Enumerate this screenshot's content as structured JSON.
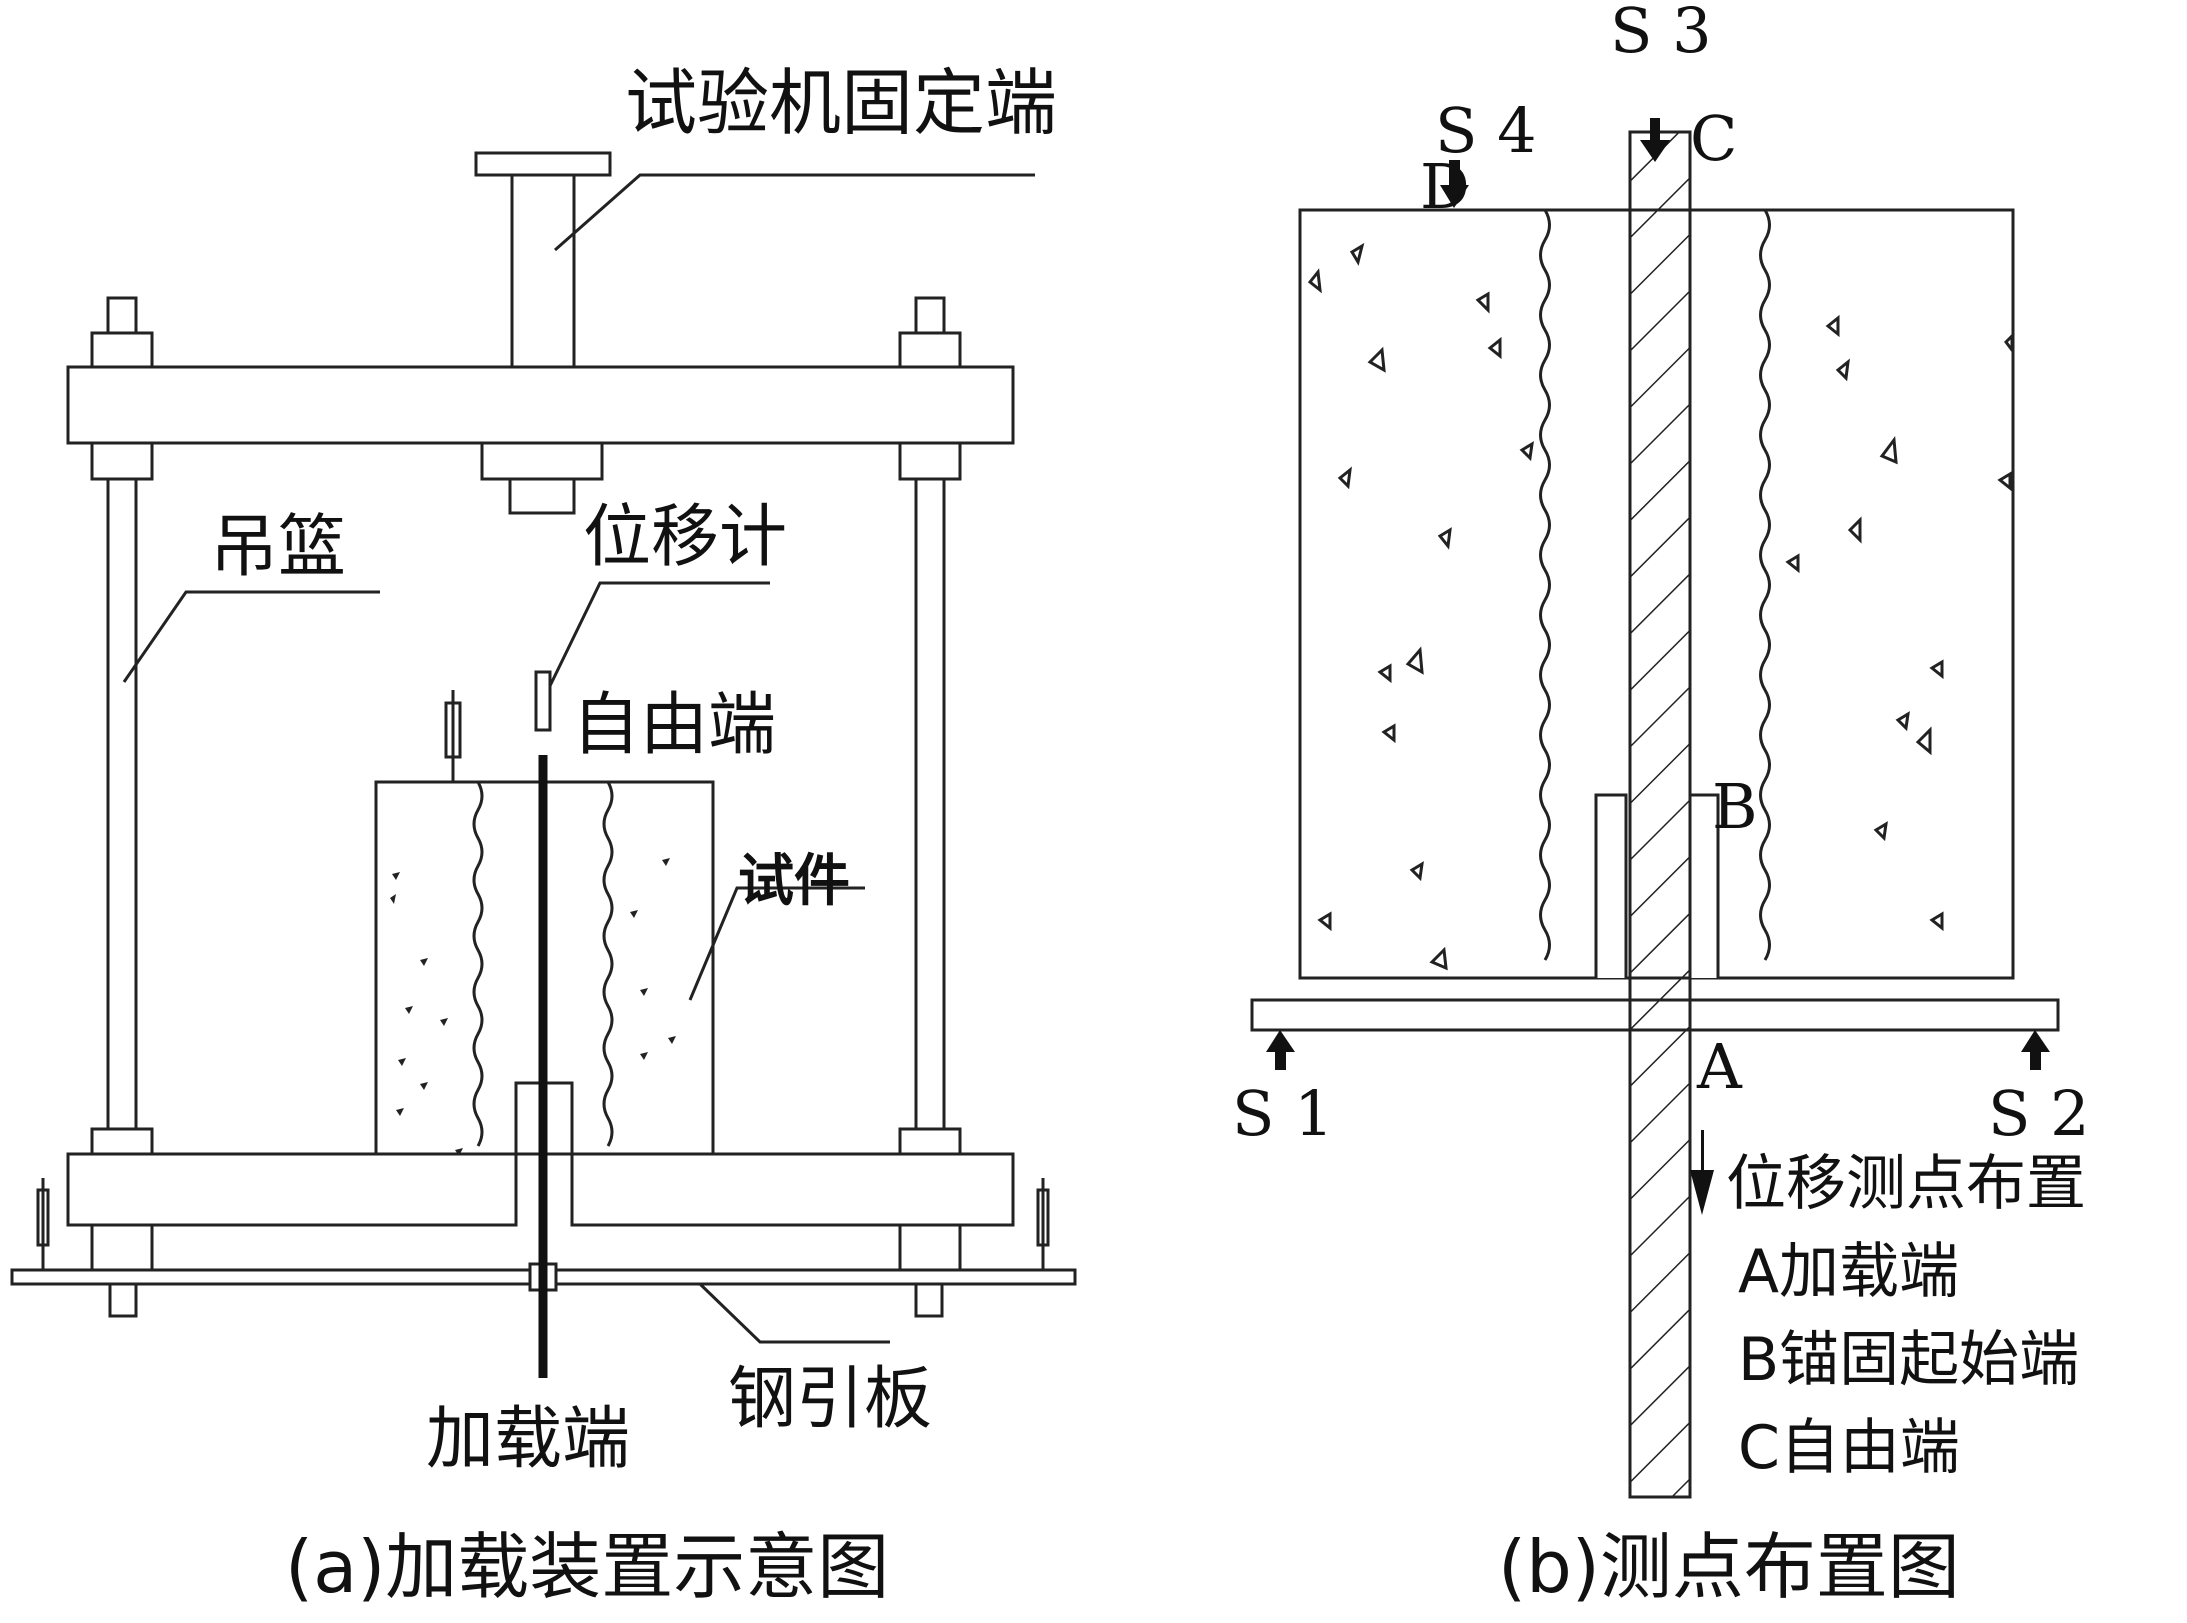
{
  "panel_a": {
    "caption": "(a)加载装置示意图",
    "labels": {
      "machine_fixed_end": "试验机固定端",
      "hanging_basket": "吊篮",
      "displacement_meter": "位移计",
      "free_end": "自由端",
      "specimen": "试件",
      "steel_lead_plate": "钢引板",
      "loading_end": "加载端"
    }
  },
  "panel_b": {
    "caption": "(b)测点布置图",
    "sensors": [
      "S 1",
      "S 2",
      "S 3",
      "S 4"
    ],
    "points": [
      "A",
      "B",
      "C",
      "D"
    ],
    "legend_title": "位移测点布置",
    "legend_items": [
      "A加载端",
      "B锚固起始端",
      "C自由端"
    ]
  }
}
